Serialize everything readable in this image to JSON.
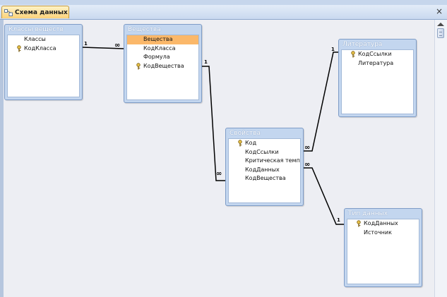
{
  "window": {
    "tab_title": "Схема данных",
    "close_glyph": "×"
  },
  "tables": [
    {
      "title": "Классы веществ",
      "fields": [
        {
          "name": "Классы",
          "key": false,
          "selected": false
        },
        {
          "name": "КодКласса",
          "key": true,
          "selected": false
        }
      ]
    },
    {
      "title": "Вещества",
      "fields": [
        {
          "name": "Вещества",
          "key": false,
          "selected": true
        },
        {
          "name": "КодКласса",
          "key": false,
          "selected": false
        },
        {
          "name": "Формула",
          "key": false,
          "selected": false
        },
        {
          "name": "КодВещества",
          "key": true,
          "selected": false
        }
      ]
    },
    {
      "title": "Литература",
      "fields": [
        {
          "name": "КодСсылки",
          "key": true,
          "selected": false
        },
        {
          "name": "Литература",
          "key": false,
          "selected": false
        }
      ]
    },
    {
      "title": "Свойства",
      "fields": [
        {
          "name": "Код",
          "key": true,
          "selected": false
        },
        {
          "name": "КодСсылки",
          "key": false,
          "selected": false
        },
        {
          "name": "Критическая темпер",
          "key": false,
          "selected": false
        },
        {
          "name": "КодДанных",
          "key": false,
          "selected": false
        },
        {
          "name": "КодВещества",
          "key": false,
          "selected": false
        }
      ]
    },
    {
      "title": "Тип данных",
      "fields": [
        {
          "name": "КодДанных",
          "key": true,
          "selected": false
        },
        {
          "name": "Источник",
          "key": false,
          "selected": false
        }
      ]
    }
  ],
  "relationships": [
    {
      "from": "Классы веществ",
      "to": "Вещества",
      "one": "1",
      "many": "∞"
    },
    {
      "from": "Вещества",
      "to": "Свойства",
      "one": "1",
      "many": "∞"
    },
    {
      "from": "Литература",
      "to": "Свойства",
      "one": "1",
      "many": "∞"
    },
    {
      "from": "Тип данных",
      "to": "Свойства",
      "one": "1",
      "many": "∞"
    }
  ],
  "colors": {
    "selected_field": "#fbb86a",
    "table_frame": "#c3d6ef",
    "tab_active": "#fbd27a"
  }
}
